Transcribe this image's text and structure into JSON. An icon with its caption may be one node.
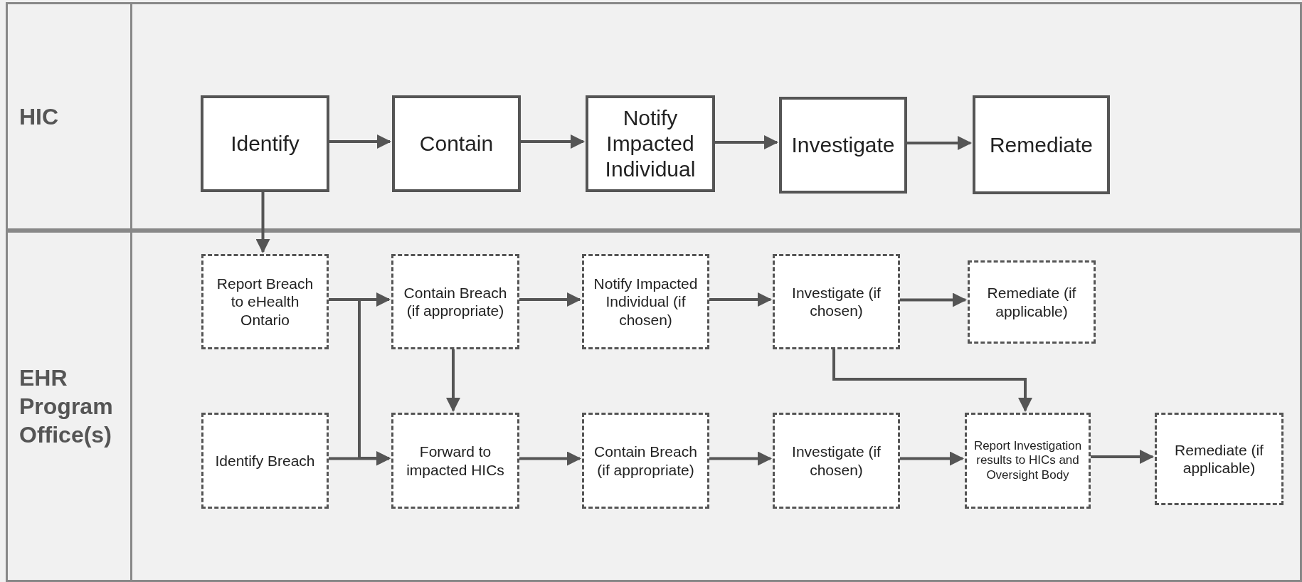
{
  "diagram": {
    "nodes": [
      {
        "text": [
          "HIC"
        ]
      },
      {
        "text": [
          "Identify"
        ],
        "in": 0
      },
      {
        "text": [
          "Contain"
        ],
        "in": 0
      },
      {
        "text": [
          "Notify Impacted Individual"
        ],
        "in": 0
      },
      {
        "text": [
          "Investigate"
        ],
        "in": 0
      },
      {
        "text": [
          "Remediate"
        ],
        "in": 0
      },
      {
        "text": [
          "EHR Program Office(s)"
        ]
      },
      {
        "text": [
          "Report Breach to eHealth Ontario"
        ],
        "in": 6
      },
      {
        "text": [
          "Contain Breach (if appropriate)"
        ],
        "in": 6
      },
      {
        "text": [
          "Notify Impacted Individual (if chosen)"
        ],
        "in": 6
      },
      {
        "text": [
          "Investigate (if chosen)"
        ],
        "in": 6
      },
      {
        "text": [
          "Remediate (if applicable)"
        ],
        "in": 6
      },
      {
        "text": [
          "Identify Breach"
        ],
        "in": 6
      },
      {
        "text": [
          "Forward to impacted HICs"
        ],
        "in": 6
      },
      {
        "text": [
          "Contain Breach (if appropriate)"
        ],
        "in": 6
      },
      {
        "text": [
          "Investigate (if chosen)"
        ],
        "in": 6
      },
      {
        "text": [
          "Report Investigation results to HICs and Oversight Body"
        ],
        "in": 6
      },
      {
        "text": [
          "Remediate (if applicable)"
        ],
        "in": 6
      }
    ],
    "edges": [
      {
        "from": 1,
        "to": 2,
        "arrow": "to"
      },
      {
        "from": 2,
        "to": 3,
        "arrow": "to"
      },
      {
        "from": 3,
        "to": 4,
        "arrow": "to"
      },
      {
        "from": 4,
        "to": 5,
        "arrow": "to"
      },
      {
        "from": 1,
        "to": 7,
        "arrow": "to"
      },
      {
        "from": 7,
        "to": 8,
        "arrow": "to"
      },
      {
        "from": 8,
        "to": 9,
        "arrow": "to"
      },
      {
        "from": 9,
        "to": 10,
        "arrow": "to"
      },
      {
        "from": 10,
        "to": 11,
        "arrow": "to"
      },
      {
        "from": 8,
        "to": 13,
        "arrow": "to"
      },
      {
        "from": 10,
        "to": 16,
        "arrow": "to"
      },
      {
        "from": 7,
        "to": 13,
        "arrow": "to"
      },
      {
        "from": 12,
        "to": 13,
        "arrow": "to"
      },
      {
        "from": 13,
        "to": 14,
        "arrow": "to"
      },
      {
        "from": 14,
        "to": 15,
        "arrow": "to"
      },
      {
        "from": 15,
        "to": 16,
        "arrow": "to"
      },
      {
        "from": 16,
        "to": 17,
        "arrow": "to"
      }
    ]
  }
}
